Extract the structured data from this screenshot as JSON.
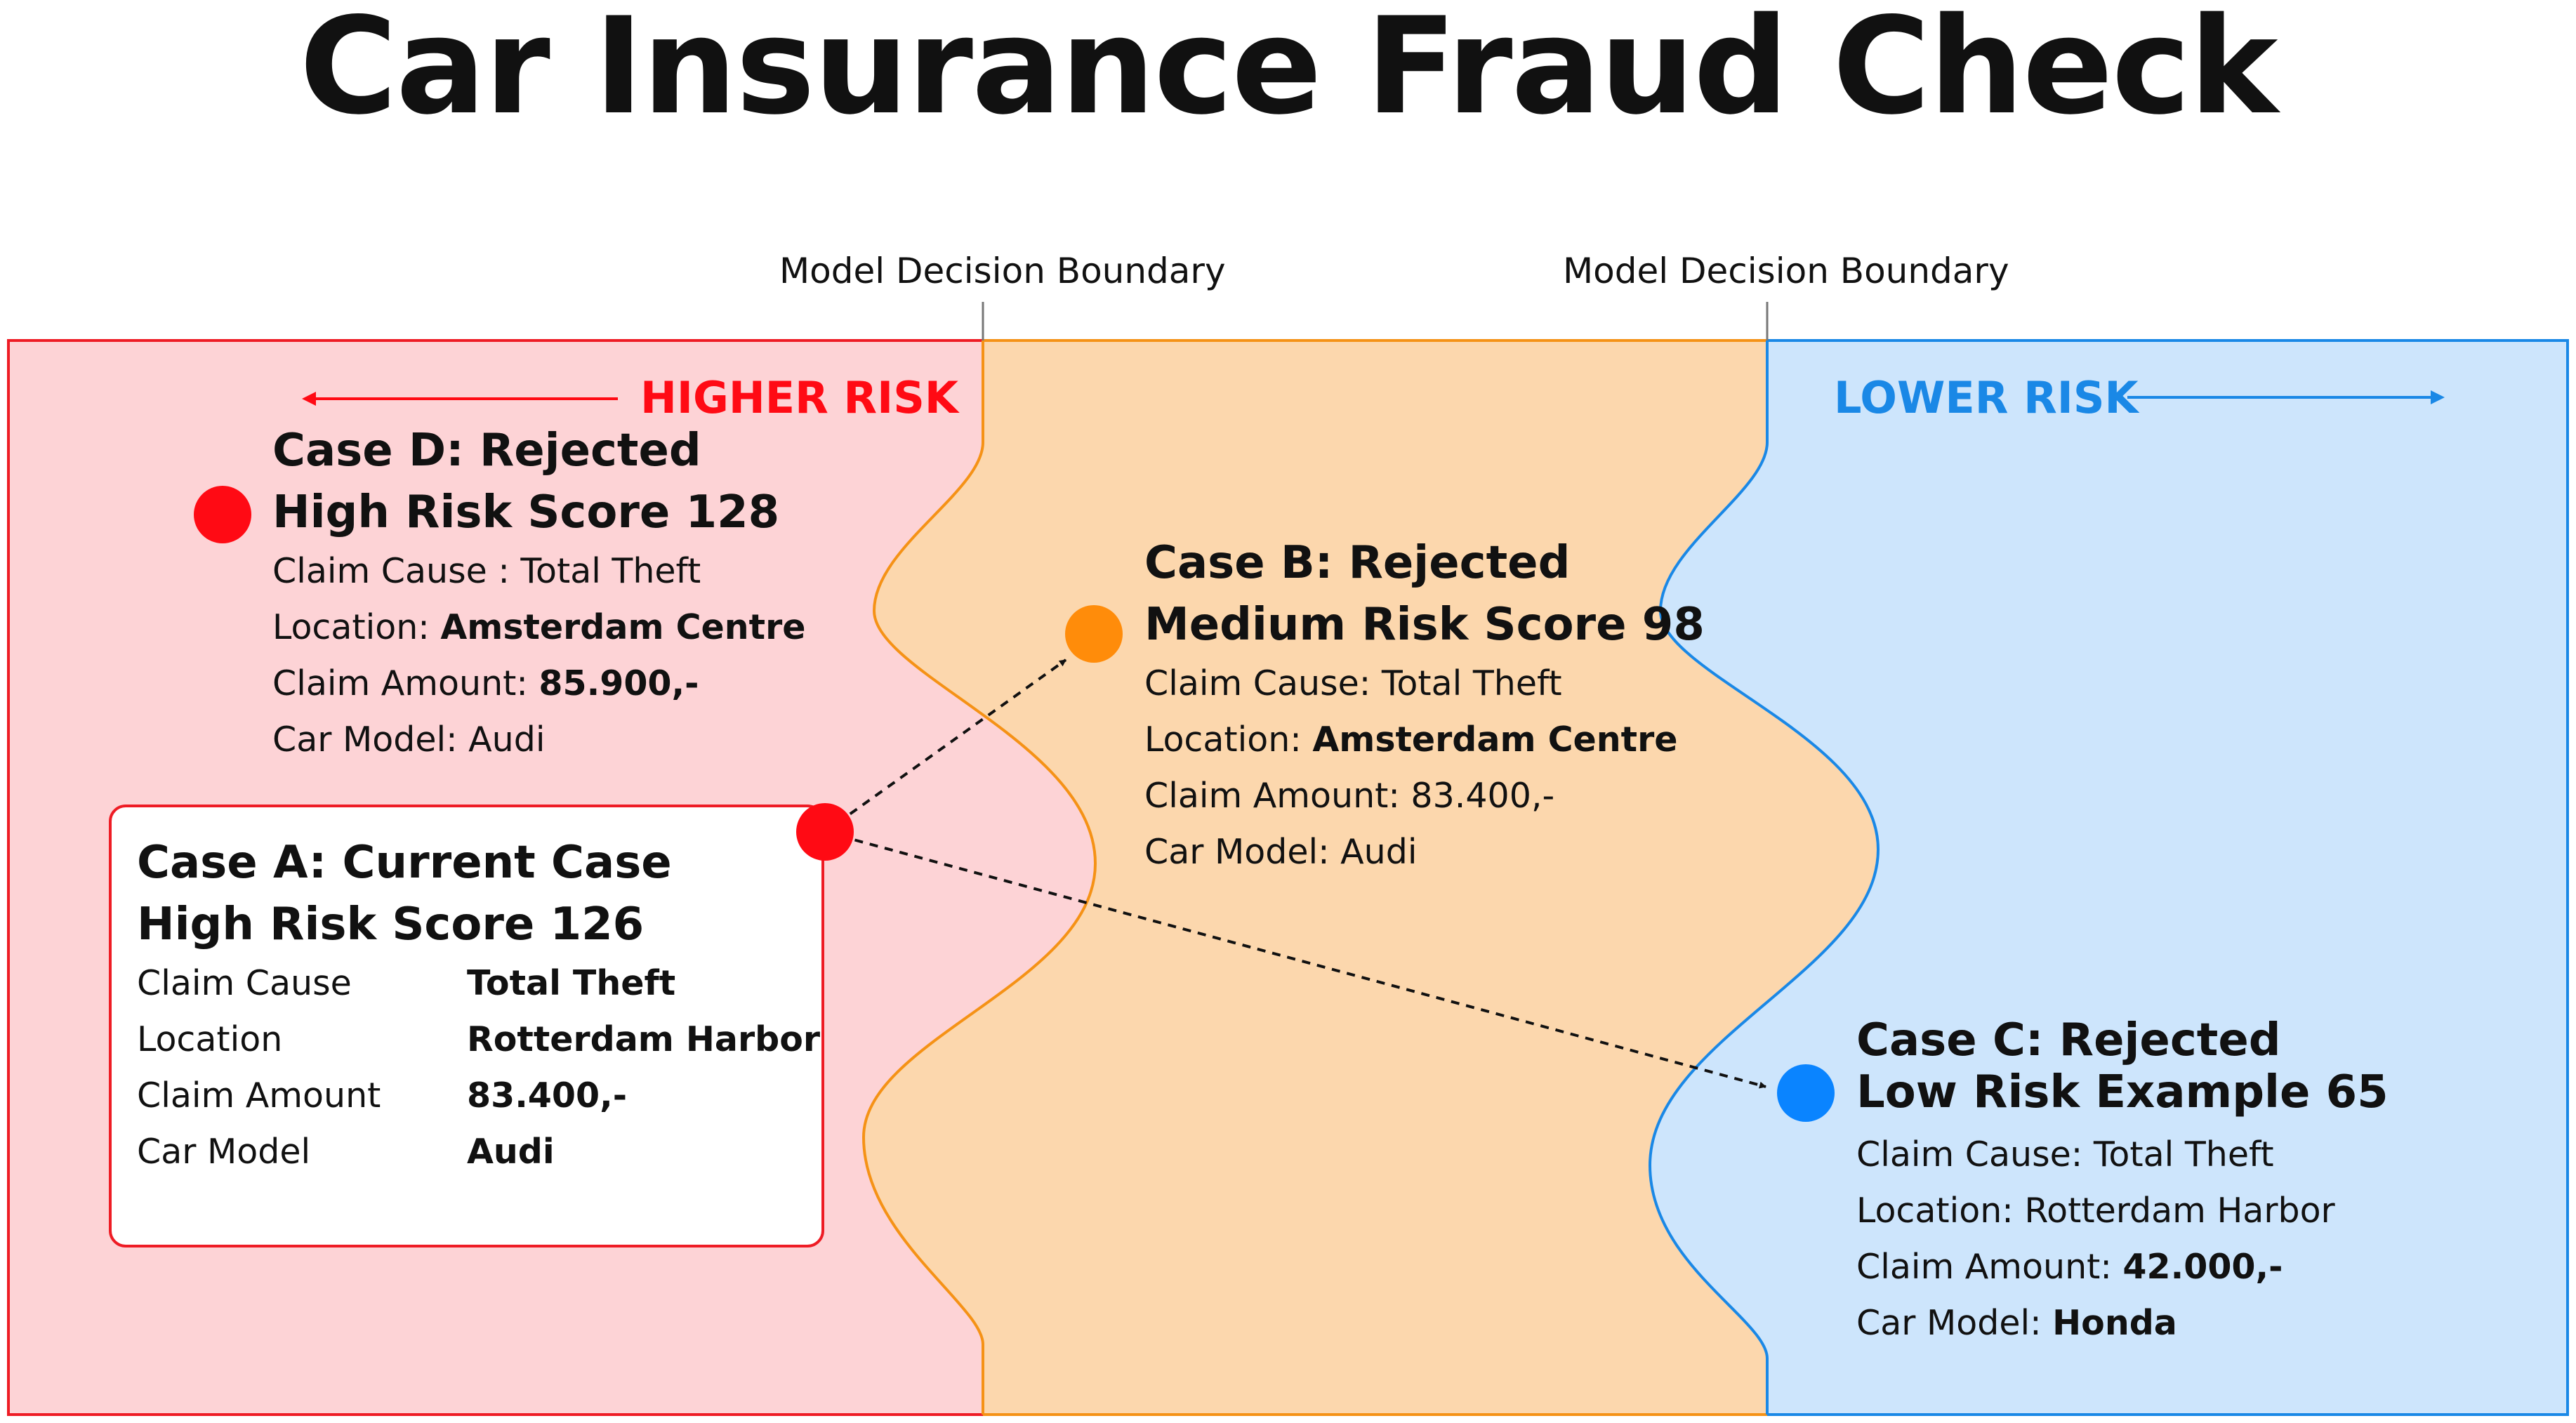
{
  "title": "Car Insurance Fraud Check",
  "boundaries": [
    {
      "label": "Model Decision Boundary"
    },
    {
      "label": "Model Decision Boundary"
    }
  ],
  "zones": {
    "higher": {
      "label": "HIGHER RISK",
      "fill": "#fdd3d6",
      "stroke": "#ee1c25",
      "text": "#ff0a14"
    },
    "medium": {
      "fill": "#fcd7ad",
      "stroke": "#f59216"
    },
    "lower": {
      "label": "LOWER RISK",
      "fill": "#cde5fc",
      "stroke": "#1a88e6",
      "text": "#1a88e6"
    }
  },
  "case_a": {
    "title1": "Case A: Current Case",
    "title2": "High Risk Score 126",
    "rows": [
      {
        "key": "Claim Cause",
        "value": "Total Theft"
      },
      {
        "key": "Location",
        "value": "Rotterdam Harbor"
      },
      {
        "key": "Claim Amount",
        "value": "83.400,-"
      },
      {
        "key": "Car Model",
        "value": "Audi"
      }
    ],
    "color": "#ff0a14"
  },
  "case_b": {
    "title1": "Case B: Rejected",
    "title2": "Medium Risk Score 98",
    "cause": "Claim Cause: Total Theft",
    "location_label": "Location: ",
    "location": "Amsterdam Centre",
    "amount": "Claim Amount: 83.400,-",
    "model": "Car Model: Audi",
    "color": "#ff8c0a"
  },
  "case_c": {
    "title1": "Case C: Rejected",
    "title2": "Low Risk Example 65",
    "cause": "Claim Cause: Total Theft",
    "location": "Location: Rotterdam Harbor",
    "amount_label": "Claim Amount: ",
    "amount": "42.000,-",
    "model_label": "Car Model: ",
    "model": "Honda",
    "color": "#0a84ff"
  },
  "case_d": {
    "title1": "Case D: Rejected",
    "title2": "High Risk Score 128",
    "cause": "Claim Cause : Total Theft",
    "location_label": "Location: ",
    "location": "Amsterdam Centre",
    "amount_label": "Claim Amount: ",
    "amount": "85.900,-",
    "model": "Car Model: Audi",
    "color": "#ff0a14"
  }
}
